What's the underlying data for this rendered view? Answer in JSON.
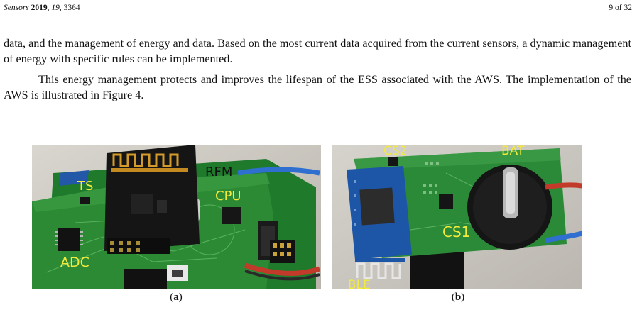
{
  "header": {
    "journal": "Sensors",
    "year": "2019",
    "volume": "19",
    "article": "3364",
    "page": "9 of 32"
  },
  "paragraphs": [
    "data, and the management of energy and data. Based on the most current data acquired from the current sensors, a dynamic management of energy with specific rules can be implemented.",
    "This energy management protects and improves the lifespan of the ESS associated with the AWS. The implementation of the AWS is illustrated in Figure 4."
  ],
  "figure": {
    "photo_a_labels": {
      "rfm": "RFM",
      "ts": "TS",
      "cpu": "CPU",
      "adc": "ADC"
    },
    "photo_b_labels": {
      "cs2": "CS2",
      "bat": "BAT",
      "cs1": "CS1",
      "ble": "BLE"
    },
    "subcaption_a": "a",
    "subcaption_b": "b"
  }
}
